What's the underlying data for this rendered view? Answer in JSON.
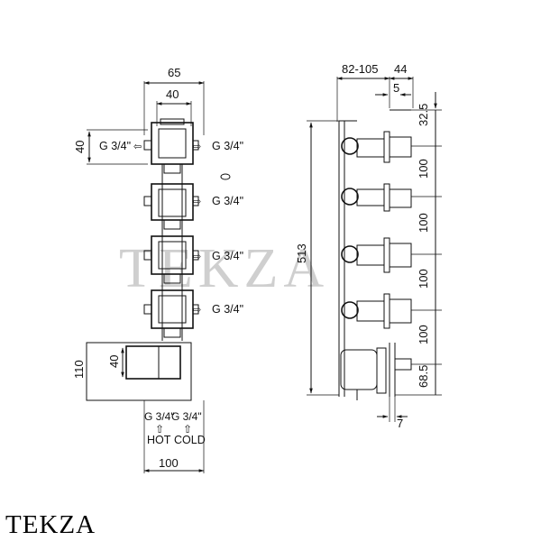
{
  "watermark": "TEKZA",
  "brand": "TEKZA",
  "front": {
    "dim_width": "65",
    "dim_inner": "40",
    "dim_side": "40",
    "ports": [
      "G 3/4\"",
      "G 3/4\"",
      "G 3/4\"",
      "G 3/4\"",
      "G 3/4\""
    ],
    "dim_box_h": "110",
    "dim_box_inner": "40",
    "bottom_ports": [
      "G 3/4\"",
      "G 3/4\""
    ],
    "bottom_labels": [
      "HOT",
      "COLD"
    ],
    "dim_bottom": "100"
  },
  "side": {
    "dim_depth": "82-105",
    "dim_handle": "44",
    "dim_5": "5",
    "dim_total": "513",
    "dim_right": [
      "32.5",
      "100",
      "100",
      "100",
      "100",
      "68.5"
    ],
    "dim_bottom": "7"
  }
}
